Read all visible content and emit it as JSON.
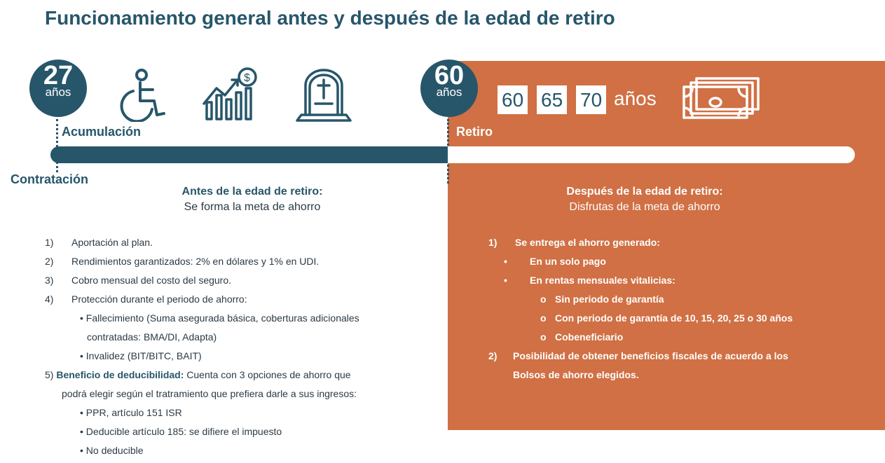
{
  "title": "Funcionamiento general antes y después de la edad de retiro",
  "start_age": {
    "number": "27",
    "unit": "años"
  },
  "retire_age": {
    "number": "60",
    "unit": "años"
  },
  "age_options": [
    "60",
    "65",
    "70"
  ],
  "age_options_unit": "años",
  "stages": {
    "accumulation": "Acumulación",
    "retirement": "Retiro",
    "contract": "Contratación"
  },
  "icons": [
    "wheelchair-icon",
    "growth-chart-icon",
    "tombstone-icon",
    "money-stack-icon"
  ],
  "colors": {
    "navy": "#27566a",
    "orange": "#d07044"
  },
  "before": {
    "heading": "Antes de la edad de retiro:",
    "subheading": "Se forma la meta de ahorro",
    "items": [
      {
        "n": "1)",
        "text": "Aportación al plan."
      },
      {
        "n": "2)",
        "text": "Rendimientos garantizados:  2% en dólares y 1% en UDI."
      },
      {
        "n": "3)",
        "text": "Cobro mensual del costo del seguro."
      },
      {
        "n": "4)",
        "text": "Protección durante el periodo de ahorro:"
      }
    ],
    "protection": [
      "• Fallecimiento (Suma asegurada básica, coberturas adicionales",
      "contratadas: BMA/DI, Adapta)",
      "• Invalidez (BIT/BITC, BAIT)"
    ],
    "benefit_num": "5)",
    "benefit_bold": "Beneficio de deducibilidad:",
    "benefit_text": " Cuenta con 3 opciones de ahorro que",
    "benefit_line2": "podrá elegir según el tratramiento que prefiera darle a sus ingresos:",
    "deductible_options": [
      "• PPR, artículo 151 ISR",
      "• Deducible artículo 185: se difiere el impuesto",
      "• No deducible"
    ]
  },
  "after": {
    "heading": "Después de la edad de retiro:",
    "subheading": "Disfrutas de la meta de ahorro",
    "item1_num": "1)",
    "item1": "Se entrega el ahorro generado:",
    "payment_bullets": [
      "En un solo pago",
      "En rentas mensuales vitalicias:"
    ],
    "annuity_options": [
      "Sin periodo de garantía",
      "Con periodo de garantía de 10, 15, 20, 25 o 30 años",
      "Cobeneficiario"
    ],
    "sub_marker": "o",
    "bullet_marker": "•",
    "item2_num": "2)",
    "item2_line1": "Posibilidad de obtener beneficios fiscales de acuerdo a los",
    "item2_line2": "Bolsos de ahorro elegidos."
  }
}
